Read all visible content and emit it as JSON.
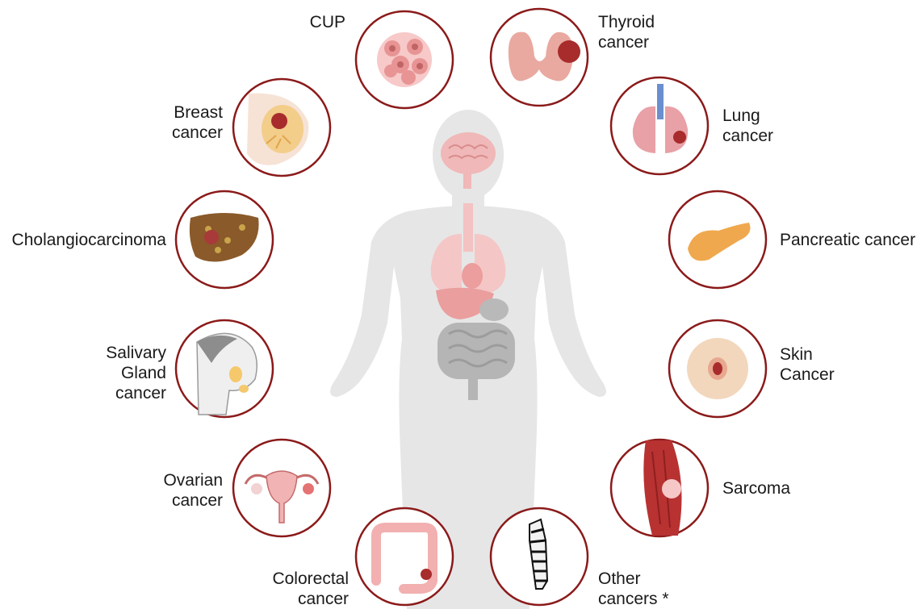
{
  "labels": {
    "cup": [
      "CUP"
    ],
    "thyroid": [
      "Thyroid",
      "cancer"
    ],
    "breast": [
      "Breast",
      "cancer"
    ],
    "lung": [
      "Lung",
      "cancer"
    ],
    "cholangio": [
      "Cholangiocarcinoma"
    ],
    "pancreatic": [
      "Pancreatic cancer"
    ],
    "salivary": [
      "Salivary",
      "Gland",
      "cancer"
    ],
    "skin": [
      "Skin",
      "Cancer"
    ],
    "ovarian": [
      "Ovarian",
      "cancer"
    ],
    "sarcoma": [
      "Sarcoma"
    ],
    "colorectal": [
      "Colorectal",
      "cancer"
    ],
    "other": [
      "Other",
      "cancers *"
    ]
  },
  "colors": {
    "ring": "#8b1a1a",
    "silhouette": "#e4e4e4",
    "organ_pink": "#f2b8b8",
    "tumor": "#b03030"
  }
}
